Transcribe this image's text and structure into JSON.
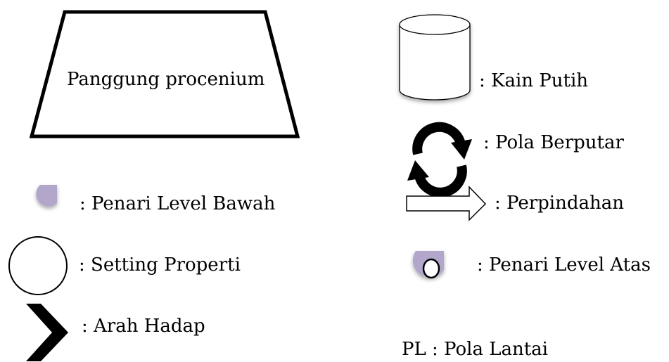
{
  "stage": {
    "label": "Panggung procenium"
  },
  "legend": {
    "left": [
      {
        "symbol": "penari-level-bawah-icon",
        "label": ": Penari Level Bawah"
      },
      {
        "symbol": "setting-properti-icon",
        "label": ": Setting Properti"
      },
      {
        "symbol": "arah-hadap-icon",
        "label": ": Arah Hadap"
      }
    ],
    "right": [
      {
        "symbol": "kain-putih-icon",
        "label": ": Kain Putih"
      },
      {
        "symbol": "pola-berputar-icon",
        "label": ": Pola Berputar"
      },
      {
        "symbol": "perpindahan-icon",
        "label": ": Perpindahan"
      },
      {
        "symbol": "penari-level-atas-icon",
        "label": ": Penari Level Atas"
      }
    ]
  },
  "footer": {
    "note": "PL : Pola Lantai"
  },
  "colors": {
    "dancer": "#b3a6cb",
    "stroke": "#000000",
    "fill": "#ffffff"
  }
}
